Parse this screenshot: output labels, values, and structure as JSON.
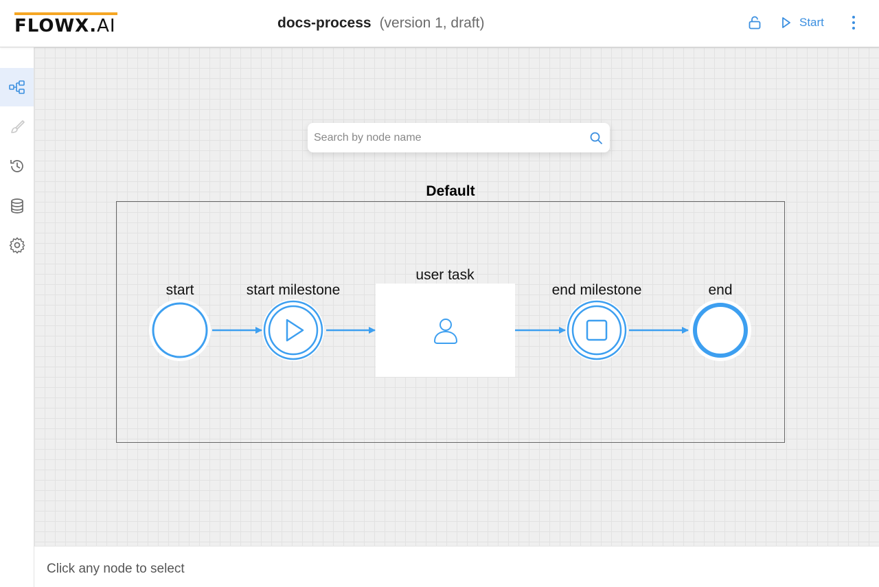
{
  "app": {
    "logo_main": "FLOWX",
    "logo_dot": ".",
    "logo_ai": "AI",
    "accent": "#f5a623"
  },
  "header": {
    "process_name": "docs-process",
    "version_info": "(version 1, draft)",
    "start_label": "Start",
    "lock_icon": "unlock-icon",
    "more_icon": "kebab-menu-icon"
  },
  "sidebar": {
    "items": [
      {
        "name": "process-diagram-icon",
        "active": true
      },
      {
        "name": "brush-icon",
        "active": false
      },
      {
        "name": "history-icon",
        "active": false
      },
      {
        "name": "database-icon",
        "active": false
      },
      {
        "name": "settings-gear-icon",
        "active": false
      }
    ]
  },
  "search": {
    "placeholder": "Search by node name"
  },
  "diagram": {
    "swimlane_title": "Default",
    "nodes": [
      {
        "label": "start",
        "type": "start-event"
      },
      {
        "label": "start milestone",
        "type": "start-milestone"
      },
      {
        "label": "user task",
        "type": "user-task"
      },
      {
        "label": "end milestone",
        "type": "end-milestone"
      },
      {
        "label": "end",
        "type": "end-event"
      }
    ],
    "stroke_color": "#3d9ff0"
  },
  "footer": {
    "hint": "Click any node to select"
  }
}
